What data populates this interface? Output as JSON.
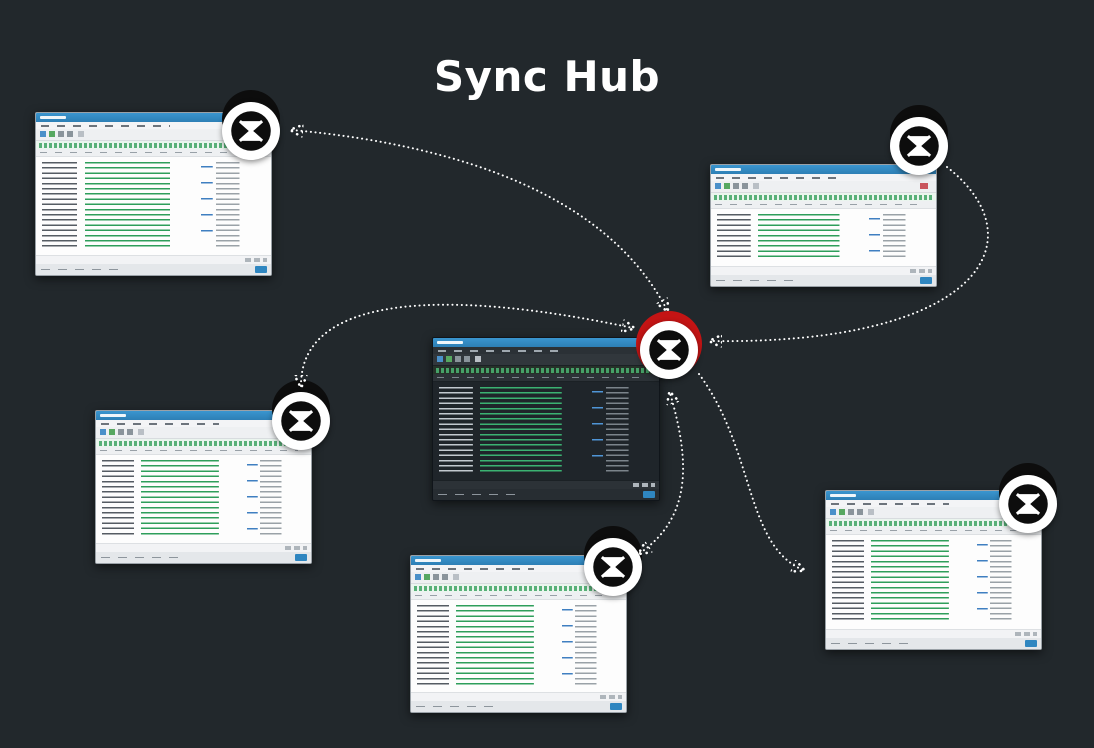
{
  "page": {
    "title": "Sync Hub"
  },
  "colors": {
    "background": "#22282c",
    "title_text": "#ffffff",
    "connector": "#ffffff",
    "hub_accent": "#c41414",
    "node_crescent": "#0d0d0d",
    "node_ring": "#ffffff",
    "node_core": "#0d0d0d",
    "window_titlebar": "#2f86c0",
    "window_light_bg": "#f5f6f7",
    "window_dark_bg": "#23292e",
    "list_text_green": "#2e9e5b",
    "green_strip": "#58b078",
    "status_button": "#2f86c0"
  },
  "nodes": [
    {
      "id": "node-top-left",
      "role": "peer"
    },
    {
      "id": "node-top-right",
      "role": "peer"
    },
    {
      "id": "node-hub",
      "role": "hub"
    },
    {
      "id": "node-mid-left",
      "role": "peer"
    },
    {
      "id": "node-bottom-center",
      "role": "peer"
    },
    {
      "id": "node-bottom-right",
      "role": "peer"
    }
  ],
  "windows": [
    {
      "id": "w-top-left",
      "theme": "light"
    },
    {
      "id": "w-top-right",
      "theme": "light"
    },
    {
      "id": "w-center",
      "theme": "dark"
    },
    {
      "id": "w-mid-left",
      "theme": "light"
    },
    {
      "id": "w-bottom-center",
      "theme": "light"
    },
    {
      "id": "w-bottom-right",
      "theme": "light"
    }
  ],
  "connections": [
    {
      "from": "node-top-left",
      "to": "node-hub",
      "bidirectional": true
    },
    {
      "from": "node-top-right",
      "to": "node-hub",
      "bidirectional": false
    },
    {
      "from": "node-mid-left",
      "to": "node-hub",
      "bidirectional": true
    },
    {
      "from": "node-bottom-center",
      "to": "node-hub",
      "bidirectional": true
    },
    {
      "from": "node-hub",
      "to": "node-bottom-right",
      "bidirectional": false
    }
  ]
}
